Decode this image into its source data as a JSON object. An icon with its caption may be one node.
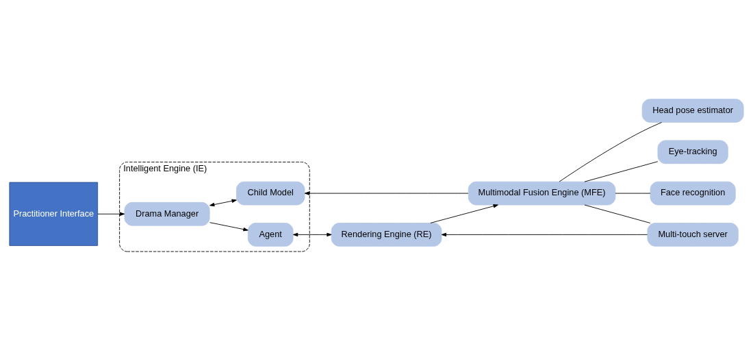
{
  "diagram": {
    "nodes": [
      {
        "text": [
          "Practitioner Interface"
        ]
      },
      {
        "text": [
          "Intelligent Engine (IE)"
        ]
      },
      {
        "text": [
          "Drama Manager"
        ],
        "in": 1
      },
      {
        "text": [
          "Agent"
        ],
        "in": 1
      },
      {
        "text": [
          "Child Model"
        ],
        "in": 1
      },
      {
        "text": [
          "Rendering Engine (RE)"
        ]
      },
      {
        "text": [
          "Multimodal Fusion Engine (MFE)"
        ]
      },
      {
        "text": [
          "Head pose estimator"
        ]
      },
      {
        "text": [
          "Eye-tracking"
        ]
      },
      {
        "text": [
          "Face recognition"
        ]
      },
      {
        "text": [
          "Multi-touch server"
        ]
      }
    ],
    "edges": [
      {
        "from": 0,
        "to": 2,
        "arrow": "to"
      },
      {
        "from": 2,
        "to": 3,
        "arrow": "to"
      },
      {
        "from": 3,
        "to": 5,
        "arrow": "both"
      },
      {
        "from": 5,
        "to": 6,
        "arrow": "to"
      },
      {
        "from": 6,
        "to": 4,
        "arrow": "to"
      },
      {
        "from": 2,
        "to": 4,
        "arrow": "both"
      },
      {
        "from": 6,
        "to": 7,
        "arrow": "none"
      },
      {
        "from": 6,
        "to": 8,
        "arrow": "none"
      },
      {
        "from": 6,
        "to": 9,
        "arrow": "none"
      },
      {
        "from": 6,
        "to": 10,
        "arrow": "none"
      },
      {
        "from": 10,
        "to": 5,
        "arrow": "to"
      }
    ]
  }
}
